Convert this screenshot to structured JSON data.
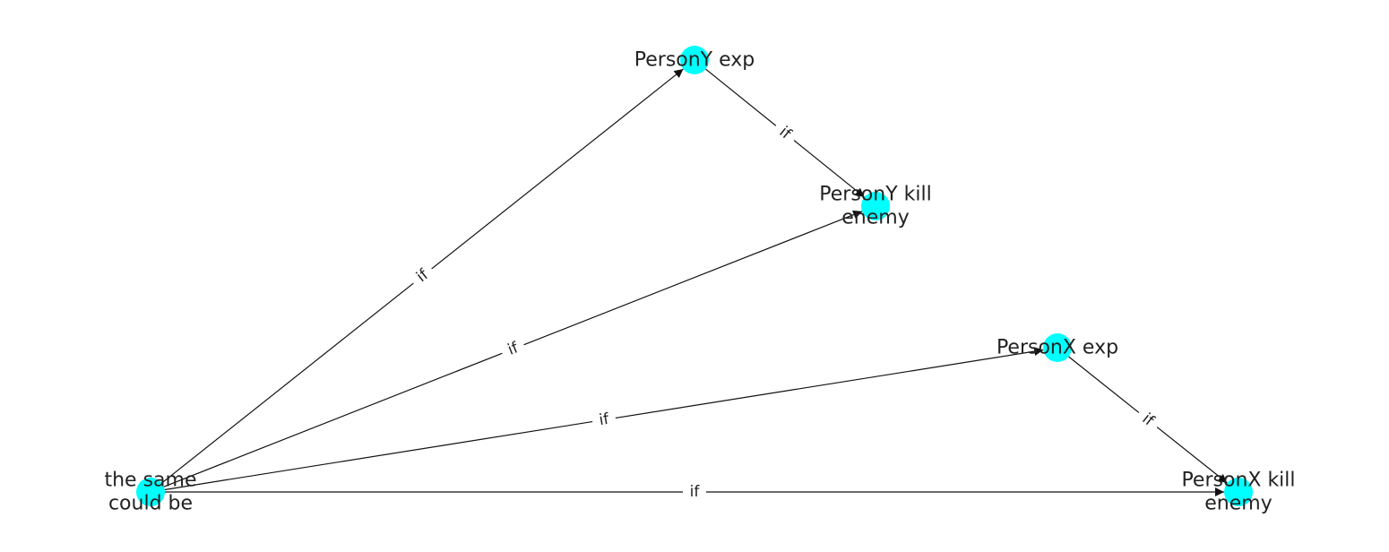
{
  "graph": {
    "node_color": "#00ffff",
    "edge_color": "#111111",
    "nodes": {
      "same": {
        "label": [
          "the same",
          "could be"
        ]
      },
      "py_exp": {
        "label": [
          "PersonY exp"
        ]
      },
      "py_kill": {
        "label": [
          "PersonY kill",
          "enemy"
        ]
      },
      "px_exp": {
        "label": [
          "PersonX exp"
        ]
      },
      "px_kill": {
        "label": [
          "PersonX kill",
          "enemy"
        ]
      }
    },
    "edges": [
      {
        "id": "same-to-py-exp",
        "source": "same",
        "target": "py_exp",
        "label": "if"
      },
      {
        "id": "py-exp-to-py-kill",
        "source": "py_exp",
        "target": "py_kill",
        "label": "if"
      },
      {
        "id": "same-to-py-kill",
        "source": "same",
        "target": "py_kill",
        "label": "if"
      },
      {
        "id": "same-to-px-exp",
        "source": "same",
        "target": "px_exp",
        "label": "if"
      },
      {
        "id": "px-exp-to-px-kill",
        "source": "px_exp",
        "target": "px_kill",
        "label": "if"
      },
      {
        "id": "same-to-px-kill",
        "source": "same",
        "target": "px_kill",
        "label": "if"
      }
    ]
  }
}
